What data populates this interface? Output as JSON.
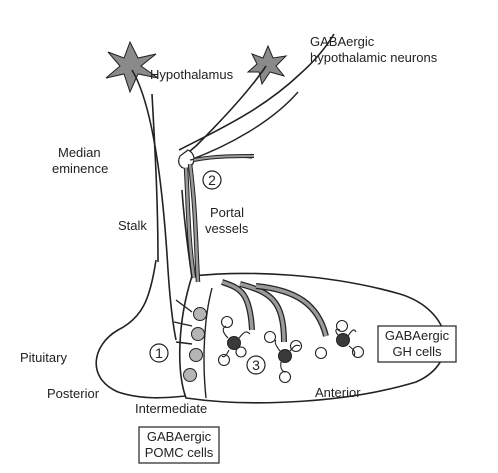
{
  "labels": {
    "hypothalamus": "Hypothalamus",
    "gaba_neurons_line1": "GABAergic",
    "gaba_neurons_line2": "hypothalamic neurons",
    "median_eminence_line1": "Median",
    "median_eminence_line2": "eminence",
    "stalk": "Stalk",
    "portal_vessels_line1": "Portal",
    "portal_vessels_line2": "vessels",
    "pituitary": "Pituitary",
    "posterior": "Posterior",
    "intermediate": "Intermediate",
    "anterior": "Anterior"
  },
  "boxes": {
    "gh_cells_line1": "GABAergic",
    "gh_cells_line2": "GH cells",
    "pomc_cells_line1": "GABAergic",
    "pomc_cells_line2": "POMC cells"
  },
  "markers": {
    "one": "1",
    "two": "2",
    "three": "3"
  },
  "colors": {
    "outline": "#222222",
    "neuron_fill": "#8a8a8a",
    "vessel_fill": "#9a9a9a",
    "pomc_cell_fill": "#b5b5b5",
    "gh_cell_fill": "#3a3a3a"
  }
}
